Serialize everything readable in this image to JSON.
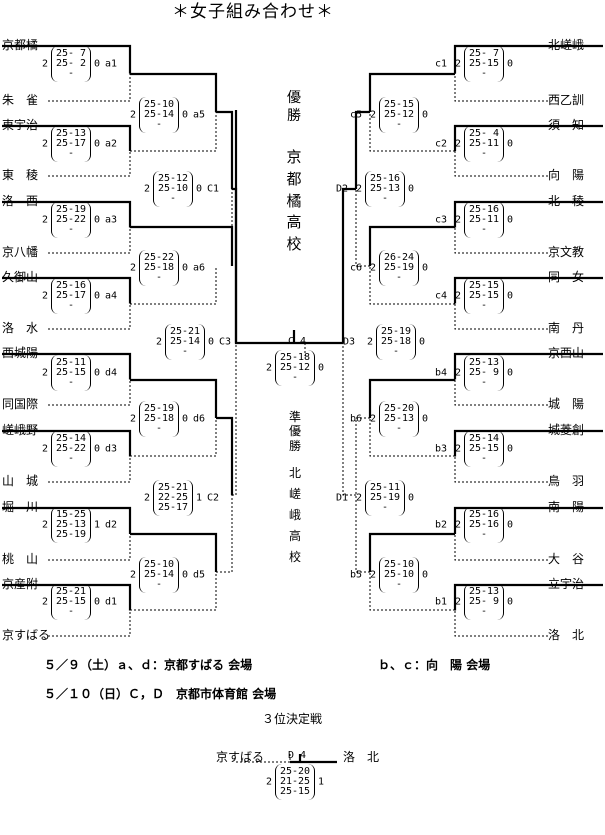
{
  "title": "＊女子組み合わせ＊",
  "champion_label": "優勝",
  "champion_team": "京都橘高校",
  "runner_up_label": "準優勝",
  "runner_up_team": "北嵯峨高校",
  "left_teams": [
    "京都橘",
    "朱　雀",
    "東宇治",
    "東　稜",
    "洛　西",
    "京八幡",
    "久御山",
    "洛　水",
    "西城陽",
    "同国際",
    "嵯峨野",
    "山　城",
    "堀　川",
    "桃　山",
    "京産附",
    "京すばる"
  ],
  "right_teams": [
    "北嵯峨",
    "西乙訓",
    "須　知",
    "向　陽",
    "北　稜",
    "京文教",
    "同　女",
    "南　丹",
    "京西山",
    "城　陽",
    "城菱創",
    "鳥　羽",
    "南　陽",
    "大　谷",
    "立宇治",
    "洛　北"
  ],
  "matches": {
    "a1": {
      "code": "a1",
      "l": "2",
      "r": "0",
      "sets": [
        "25- 7",
        "25- 2",
        "-"
      ]
    },
    "a2": {
      "code": "a2",
      "l": "2",
      "r": "0",
      "sets": [
        "25-13",
        "25-17",
        "-"
      ]
    },
    "a3": {
      "code": "a3",
      "l": "2",
      "r": "0",
      "sets": [
        "25-19",
        "25-22",
        "-"
      ]
    },
    "a4": {
      "code": "a4",
      "l": "2",
      "r": "0",
      "sets": [
        "25-16",
        "25-17",
        "-"
      ]
    },
    "a5": {
      "code": "a5",
      "l": "2",
      "r": "0",
      "sets": [
        "25-10",
        "25-14",
        "-"
      ]
    },
    "a6": {
      "code": "a6",
      "l": "2",
      "r": "0",
      "sets": [
        "25-22",
        "25-18",
        "-"
      ]
    },
    "C1": {
      "code": "C1",
      "l": "2",
      "r": "0",
      "sets": [
        "25-12",
        "25-10",
        "-"
      ]
    },
    "d4": {
      "code": "d4",
      "l": "2",
      "r": "0",
      "sets": [
        "25-11",
        "25-15",
        "-"
      ]
    },
    "d3": {
      "code": "d3",
      "l": "2",
      "r": "0",
      "sets": [
        "25-14",
        "25-22",
        "-"
      ]
    },
    "d2": {
      "code": "d2",
      "l": "2",
      "r": "1",
      "sets": [
        "15-25",
        "25-13",
        "25-19"
      ]
    },
    "d1": {
      "code": "d1",
      "l": "2",
      "r": "0",
      "sets": [
        "25-21",
        "25-15",
        "-"
      ]
    },
    "d6": {
      "code": "d6",
      "l": "2",
      "r": "0",
      "sets": [
        "25-19",
        "25-18",
        "-"
      ]
    },
    "d5": {
      "code": "d5",
      "l": "2",
      "r": "0",
      "sets": [
        "25-10",
        "25-14",
        "-"
      ]
    },
    "C2": {
      "code": "C2",
      "l": "2",
      "r": "1",
      "sets": [
        "25-21",
        "22-25",
        "25-17"
      ]
    },
    "C3": {
      "code": "C3",
      "l": "2",
      "r": "0",
      "sets": [
        "25-21",
        "25-14",
        "-"
      ]
    },
    "C4": {
      "code": "C 4",
      "l": "2",
      "r": "0",
      "sets": [
        "25-18",
        "25-12",
        "-"
      ]
    },
    "c1": {
      "code": "c1",
      "l": "2",
      "r": "0",
      "sets": [
        "25- 7",
        "25-15",
        "-"
      ]
    },
    "c2": {
      "code": "c2",
      "l": "2",
      "r": "0",
      "sets": [
        "25- 4",
        "25-11",
        "-"
      ]
    },
    "c3": {
      "code": "c3",
      "l": "2",
      "r": "0",
      "sets": [
        "25-16",
        "25-11",
        "-"
      ]
    },
    "c4": {
      "code": "c4",
      "l": "2",
      "r": "0",
      "sets": [
        "25-15",
        "25-15",
        "-"
      ]
    },
    "c5": {
      "code": "c5",
      "l": "2",
      "r": "0",
      "sets": [
        "25-15",
        "25-12",
        "-"
      ]
    },
    "c6": {
      "code": "c6",
      "l": "2",
      "r": "0",
      "sets": [
        "26-24",
        "25-19",
        "-"
      ]
    },
    "D2": {
      "code": "D2",
      "l": "2",
      "r": "0",
      "sets": [
        "25-16",
        "25-13",
        "-"
      ]
    },
    "b4": {
      "code": "b4",
      "l": "2",
      "r": "0",
      "sets": [
        "25-13",
        "25- 9",
        "-"
      ]
    },
    "b3": {
      "code": "b3",
      "l": "2",
      "r": "0",
      "sets": [
        "25-14",
        "25-15",
        "-"
      ]
    },
    "b2": {
      "code": "b2",
      "l": "2",
      "r": "0",
      "sets": [
        "25-16",
        "25-16",
        "-"
      ]
    },
    "b1": {
      "code": "b1",
      "l": "2",
      "r": "0",
      "sets": [
        "25-13",
        "25- 9",
        "-"
      ]
    },
    "b6": {
      "code": "b6",
      "l": "2",
      "r": "0",
      "sets": [
        "25-20",
        "25-13",
        "-"
      ]
    },
    "b5": {
      "code": "b5",
      "l": "2",
      "r": "0",
      "sets": [
        "25-10",
        "25-10",
        "-"
      ]
    },
    "D1": {
      "code": "D1",
      "l": "2",
      "r": "0",
      "sets": [
        "25-11",
        "25-19",
        "-"
      ]
    },
    "D3": {
      "code": "D3",
      "l": "2",
      "r": "0",
      "sets": [
        "25-19",
        "25-18",
        "-"
      ]
    },
    "D4": {
      "code": "D 4",
      "l": "2",
      "r": "1",
      "sets": [
        "25-20",
        "21-25",
        "25-15"
      ]
    }
  },
  "info": {
    "line1": "５／９（土）ａ、ｄ：京都すばる 会場",
    "line1b": "ｂ、ｃ：向　陽 会場",
    "line2": "５／１０（日）Ｃ，Ｄ　京都市体育館 会場"
  },
  "third_place": {
    "label": "３位決定戦",
    "left": "京すばる",
    "right": "洛　北"
  }
}
